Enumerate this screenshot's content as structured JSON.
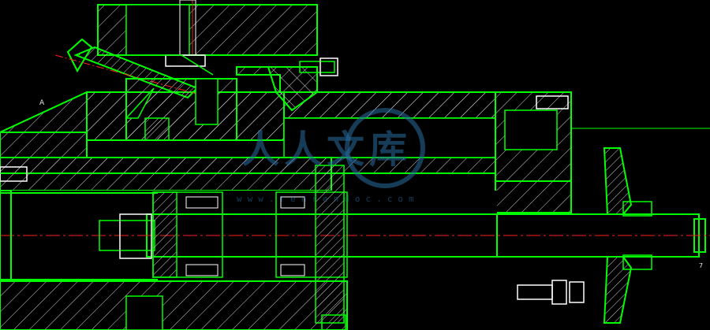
{
  "labels": {
    "section_marker": "A",
    "right_marker": "7"
  },
  "watermark": {
    "text": "人人文库",
    "url": "www.renrendoc.com"
  },
  "colors": {
    "background": "#000000",
    "outline": "#00ff00",
    "hatch": "#cfcfcf",
    "centerline": "#ff2020",
    "fastener": "#ffffff",
    "watermark": "#2a6ea0"
  }
}
